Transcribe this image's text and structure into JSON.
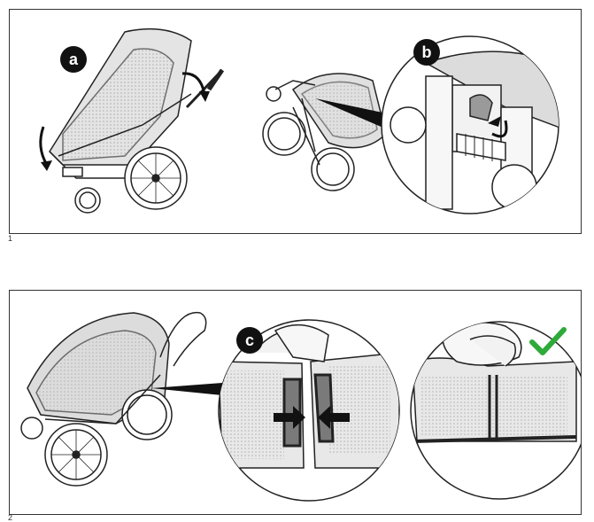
{
  "figures": [
    {
      "number": "1",
      "callouts": [
        "a",
        "b"
      ]
    },
    {
      "number": "2",
      "callouts": [
        "c"
      ]
    }
  ],
  "colors": {
    "line": "#222222",
    "fabric": "#d9d9d9",
    "fabric_dark": "#9a9a9a",
    "check": "#2eaa3a",
    "badge": "#111111"
  }
}
